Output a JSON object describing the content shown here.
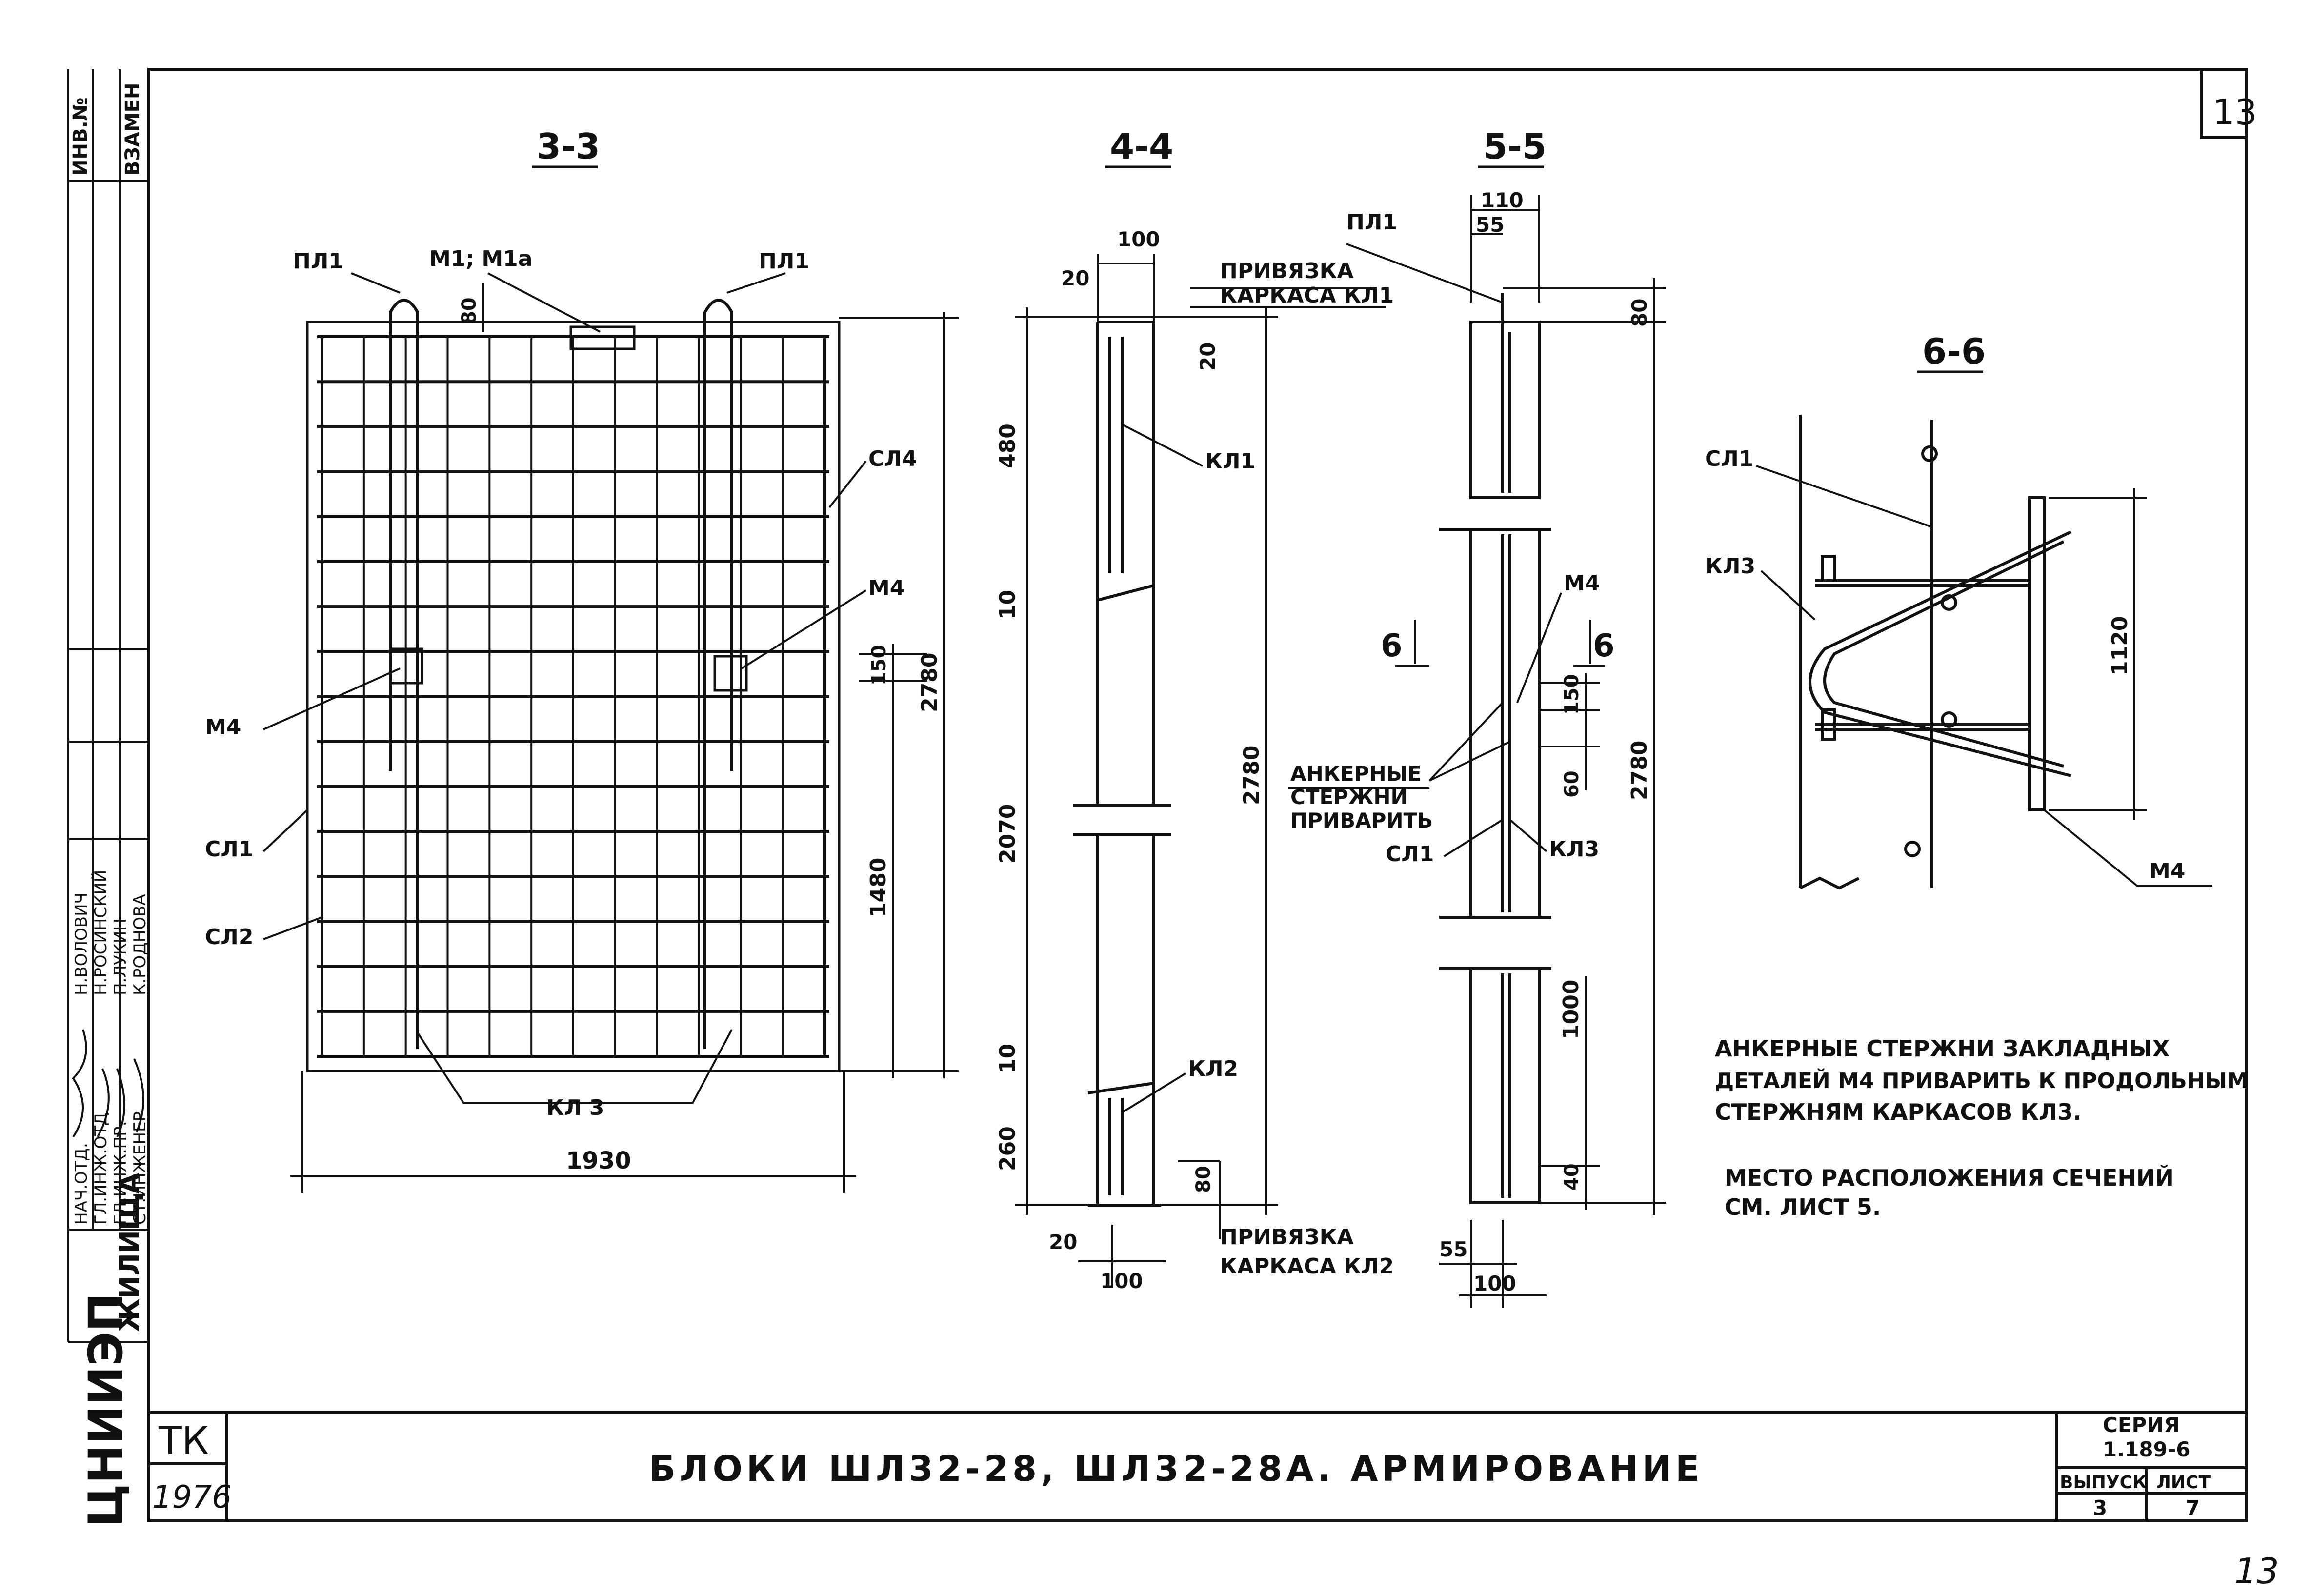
{
  "sheet": {
    "corner_number": "13",
    "page_mark": "13",
    "org": "ЦНИИЭП",
    "org_sub": "ЖИЛИЩА",
    "left_strip": {
      "top_cells": [
        "ИНВ.№",
        "ВЗАМЕН"
      ],
      "roles": [
        "НАЧ.ОТД.",
        "ГЛ.ИНЖ.ОТД",
        "ГЛ.ИНЖ.ПР.",
        "СТ.ИНЖЕНЕР"
      ],
      "names": [
        "Н.ВОЛОВИЧ",
        "Н.РОСИНСКИЙ",
        "П.ЛУКИН",
        "К.РОДНОВА"
      ]
    }
  },
  "sections": {
    "s33": {
      "title": "3-3",
      "labels": [
        "ПЛ1",
        "М1; М1а",
        "ПЛ1",
        "СЛ4",
        "М4",
        "М4",
        "СЛ1",
        "СЛ2",
        "КЛ 3"
      ],
      "dims": [
        "80",
        "150",
        "2780",
        "1480",
        "1930"
      ]
    },
    "s44": {
      "title": "4-4",
      "labels": [
        "ПРИВЯЗКА",
        "КАРКАСА КЛ1",
        "КЛ1",
        "КЛ2",
        "ПРИВЯЗКА",
        "КАРКАСА КЛ2"
      ],
      "dims": [
        "100",
        "20",
        "20",
        "480",
        "10",
        "2070",
        "10",
        "260",
        "2780",
        "80",
        "20",
        "100"
      ]
    },
    "s55": {
      "title": "5-5",
      "labels": [
        "ПЛ1",
        "6",
        "6",
        "М4",
        "АНКЕРНЫЕ",
        "СТЕРЖНИ",
        "ПРИВАРИТЬ",
        "СЛ1",
        "КЛ3"
      ],
      "dims": [
        "110",
        "55",
        "80",
        "150",
        "60",
        "2780",
        "1000",
        "40",
        "55",
        "100"
      ]
    },
    "s66": {
      "title": "6-6",
      "labels": [
        "СЛ1",
        "КЛ3",
        "М4"
      ],
      "dims": [
        "1120"
      ]
    }
  },
  "notes": [
    "АНКЕРНЫЕ СТЕРЖНИ ЗАКЛАДНЫХ",
    "ДЕТАЛЕЙ М4 ПРИВАРИТЬ К ПРОДОЛЬНЫМ",
    "СТЕРЖНЯМ КАРКАСОВ КЛ3.",
    "МЕСТО РАСПОЛОЖЕНИЯ СЕЧЕНИЙ",
    "СМ. ЛИСТ 5."
  ],
  "title_block": {
    "code": "ТК",
    "year": "1976",
    "title": "БЛОКИ ШЛ32-28, ШЛ32-28А. АРМИРОВАНИЕ",
    "series_label": "СЕРИЯ",
    "series_value": "1.189-6",
    "issue_label": "ВЫПУСК",
    "issue_value": "3",
    "sheet_label": "ЛИСТ",
    "sheet_value": "7"
  }
}
